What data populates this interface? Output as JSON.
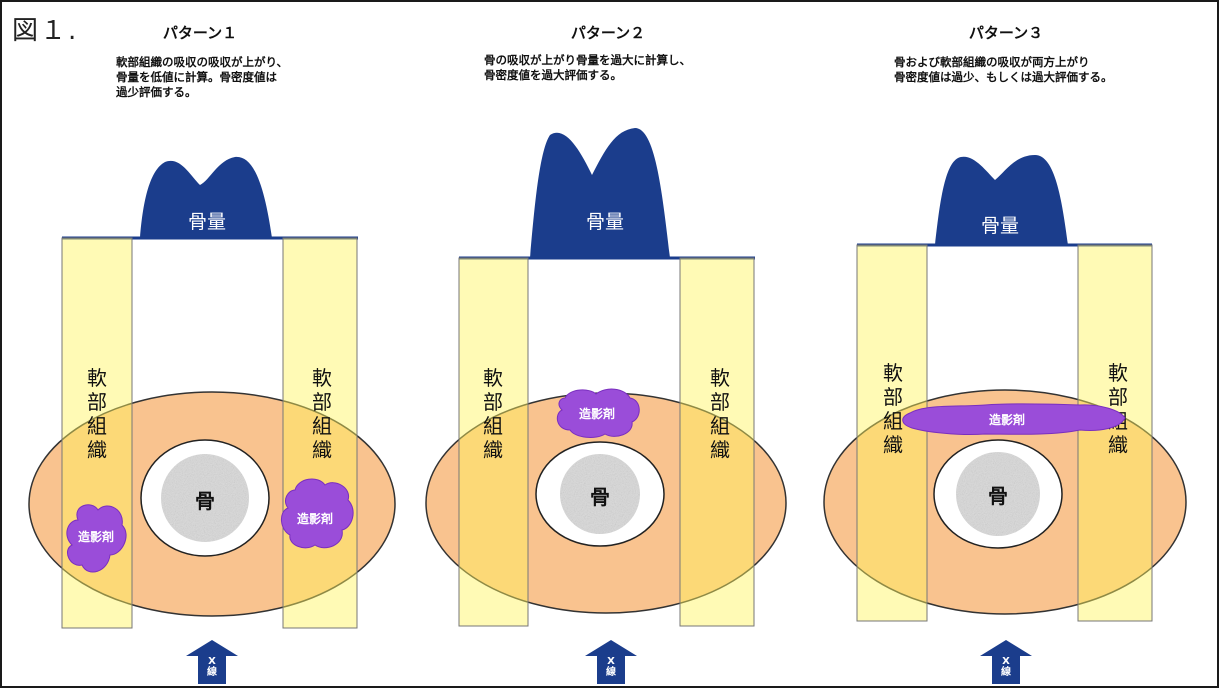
{
  "figure_label": "図１.",
  "panels": [
    {
      "title": "パターン１",
      "description": "軟部組織の吸収の吸収が上がり、\n骨量を低値に計算。骨密度値は\n過少評価する。",
      "hump_label": "骨量",
      "soft_tissue_label": "軟部組織",
      "bone_label": "骨",
      "contrast_label": "造影剤",
      "arrow_label": "X線"
    },
    {
      "title": "パターン２",
      "description": "骨の吸収が上がり骨量を過大に計算し、\n骨密度値を過大評価する。",
      "hump_label": "骨量",
      "soft_tissue_label": "軟部組織",
      "bone_label": "骨",
      "contrast_label": "造影剤",
      "arrow_label": "X線"
    },
    {
      "title": "パターン３",
      "description": "骨および軟部組織の吸収が両方上がり\n骨密度値は過少、もしくは過大評価する。",
      "hump_label": "骨量",
      "soft_tissue_label": "軟部組織",
      "bone_label": "骨",
      "contrast_label": "造影剤",
      "arrow_label": "X線"
    }
  ],
  "colors": {
    "soft_tissue": "#FFFBAE",
    "body": "#F9C38F",
    "hump": "#1B3D8C",
    "contrast": "#9A4DD9",
    "bone_fill": "#D9D9D9",
    "arrow": "#1B3D8C"
  }
}
